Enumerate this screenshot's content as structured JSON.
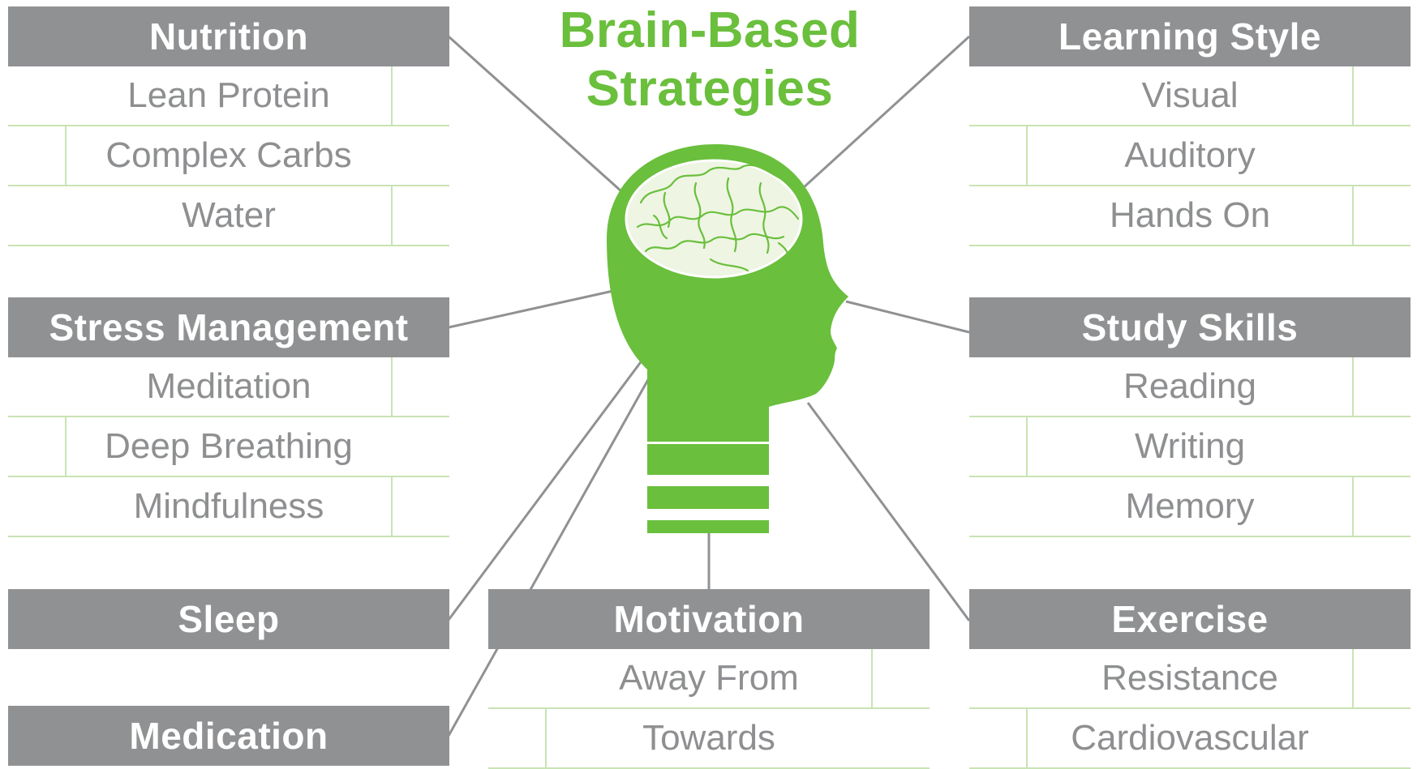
{
  "title": {
    "line1": "Brain-Based",
    "line2": "Strategies"
  },
  "colors": {
    "accent": "#6abf3c",
    "header_bg": "#909193",
    "item_text": "#8e8f91",
    "divider": "#c9e3b4"
  },
  "icons": {
    "center": "head-with-brain-icon"
  },
  "categories": {
    "nutrition": {
      "title": "Nutrition",
      "items": [
        "Lean Protein",
        "Complex Carbs",
        "Water"
      ]
    },
    "stress": {
      "title": "Stress Management",
      "items": [
        "Meditation",
        "Deep Breathing",
        "Mindfulness"
      ]
    },
    "sleep": {
      "title": "Sleep",
      "items": []
    },
    "medication": {
      "title": "Medication",
      "items": []
    },
    "learning": {
      "title": "Learning Style",
      "items": [
        "Visual",
        "Auditory",
        "Hands On"
      ]
    },
    "study": {
      "title": "Study Skills",
      "items": [
        "Reading",
        "Writing",
        "Memory"
      ]
    },
    "motivation": {
      "title": "Motivation",
      "items": [
        "Away From",
        "Towards"
      ]
    },
    "exercise": {
      "title": "Exercise",
      "items": [
        "Resistance",
        "Cardiovascular"
      ]
    }
  }
}
